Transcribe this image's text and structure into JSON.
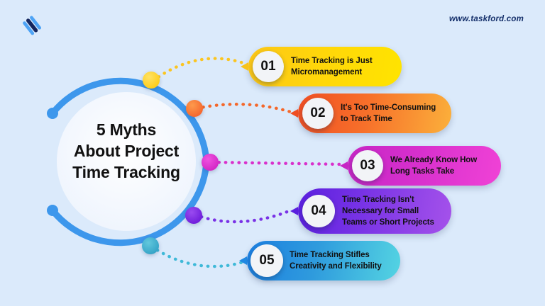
{
  "meta": {
    "background_color": "#dbeafb"
  },
  "brand": {
    "logo_icon": "taskford-logo-icon",
    "logo_colors": [
      "#4da3f5",
      "#14265e"
    ],
    "site_url": "www.taskford.com",
    "url_color": "#15306b"
  },
  "hub": {
    "title_lines": [
      "5 Myths",
      "About Project",
      "Time Tracking"
    ],
    "title_color": "#111111",
    "ring_color": "#3d97ec",
    "inner_circle_color": "#f4f8fe"
  },
  "connectors": [
    {
      "name": "connector-01",
      "color": "#fbc520",
      "style": "dotted"
    },
    {
      "name": "connector-02",
      "color": "#f4672a",
      "style": "dotted"
    },
    {
      "name": "connector-03",
      "color": "#d930cc",
      "style": "dotted"
    },
    {
      "name": "connector-04",
      "color": "#7a32e6",
      "style": "dotted"
    },
    {
      "name": "connector-05",
      "color": "#3fb9d8",
      "style": "dotted"
    }
  ],
  "nodes": [
    {
      "name": "node-dot-01",
      "color": "#ffd527"
    },
    {
      "name": "node-dot-02",
      "color": "#f8773a"
    },
    {
      "name": "node-dot-03",
      "color": "#e235d0"
    },
    {
      "name": "node-dot-04",
      "color": "#7a2fe0"
    },
    {
      "name": "node-dot-05",
      "color": "#3fb4cf"
    }
  ],
  "myths": [
    {
      "number": "01",
      "lines": [
        "Time Tracking is Just",
        "Micromanagement"
      ],
      "gradient_from": "#fcc618",
      "gradient_to": "#ffe400"
    },
    {
      "number": "02",
      "lines": [
        "It's Too Time-Consuming",
        "to Track Time"
      ],
      "gradient_from": "#f04e23",
      "gradient_to": "#fbb03b"
    },
    {
      "number": "03",
      "lines": [
        "We Already Know How",
        "Long Tasks Take"
      ],
      "gradient_from": "#c726c5",
      "gradient_to": "#f042d6"
    },
    {
      "number": "04",
      "lines": [
        "Time Tracking Isn't",
        "Necessary for Small",
        "Teams or Short Projects"
      ],
      "gradient_from": "#5a1fdf",
      "gradient_to": "#a552ea"
    },
    {
      "number": "05",
      "lines": [
        "Time Tracking Stifles",
        "Creativity and Flexibility"
      ],
      "gradient_from": "#1c7fe0",
      "gradient_to": "#54d4e2"
    }
  ]
}
